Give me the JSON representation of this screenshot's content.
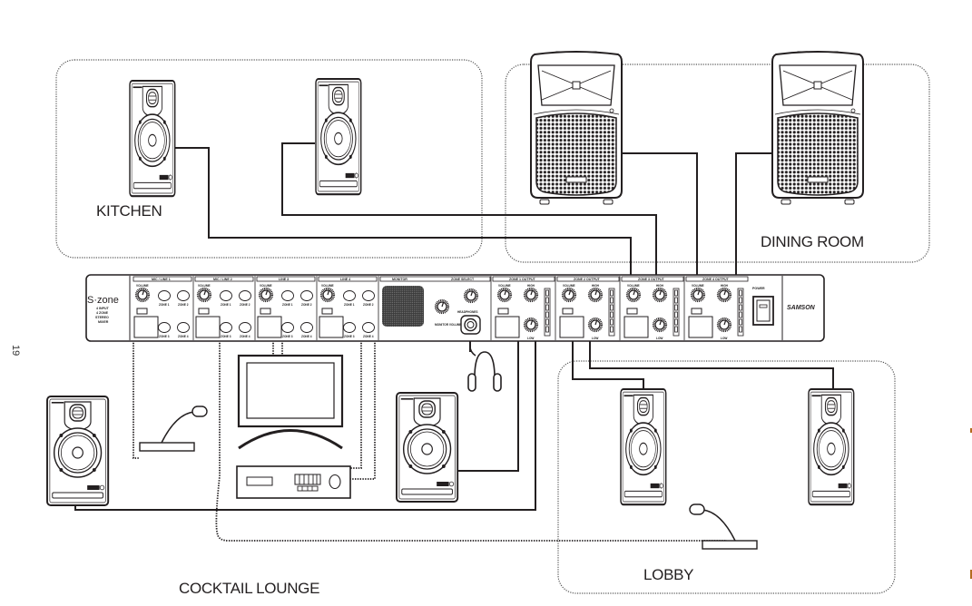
{
  "page": {
    "page_number": "19"
  },
  "zones": [
    {
      "id": "kitchen",
      "label": "KITCHEN"
    },
    {
      "id": "dining",
      "label": "DINING ROOM"
    },
    {
      "id": "cocktail",
      "label": "COCKTAIL LOUNGE"
    },
    {
      "id": "lobby",
      "label": "LOBBY"
    }
  ],
  "mixer": {
    "brand_logo": "S·zone",
    "description": [
      "4 INPUT",
      "4 ZONE",
      "STEREO",
      "MIXER"
    ],
    "manufacturer": "SAMSON",
    "power_label": "POWER",
    "input_channels": [
      {
        "name": "MIC / LINE 1"
      },
      {
        "name": "MIC / LINE 2"
      },
      {
        "name": "LINE 3"
      },
      {
        "name": "LINE 4"
      }
    ],
    "channel_labels": {
      "volume": "VOLUME",
      "zone_buttons": [
        "ZONE 1",
        "ZONE 2",
        "ZONE 3",
        "ZONE 4"
      ]
    },
    "monitor": {
      "title": "MONITOR",
      "zone_select": "ZONE SELECT",
      "monitor_volume": "MONITOR VOLUME",
      "headphones": "HEADPHONES"
    },
    "outputs": [
      {
        "name": "ZONE 1 OUTPUT"
      },
      {
        "name": "ZONE 2 OUTPUT"
      },
      {
        "name": "ZONE 3 OUTPUT"
      },
      {
        "name": "ZONE 4 OUTPUT"
      }
    ],
    "output_labels": {
      "volume": "VOLUME",
      "high": "HIGH",
      "low": "LOW"
    }
  },
  "devices": {
    "monitor_speaker": "studio-monitor-speaker",
    "pa_speaker": "pa-speaker",
    "microphone": "gooseneck-microphone",
    "tv": "television",
    "receiver": "av-receiver",
    "headphones": "headphones"
  },
  "colors": {
    "line": "#231f20",
    "background": "#ffffff"
  }
}
